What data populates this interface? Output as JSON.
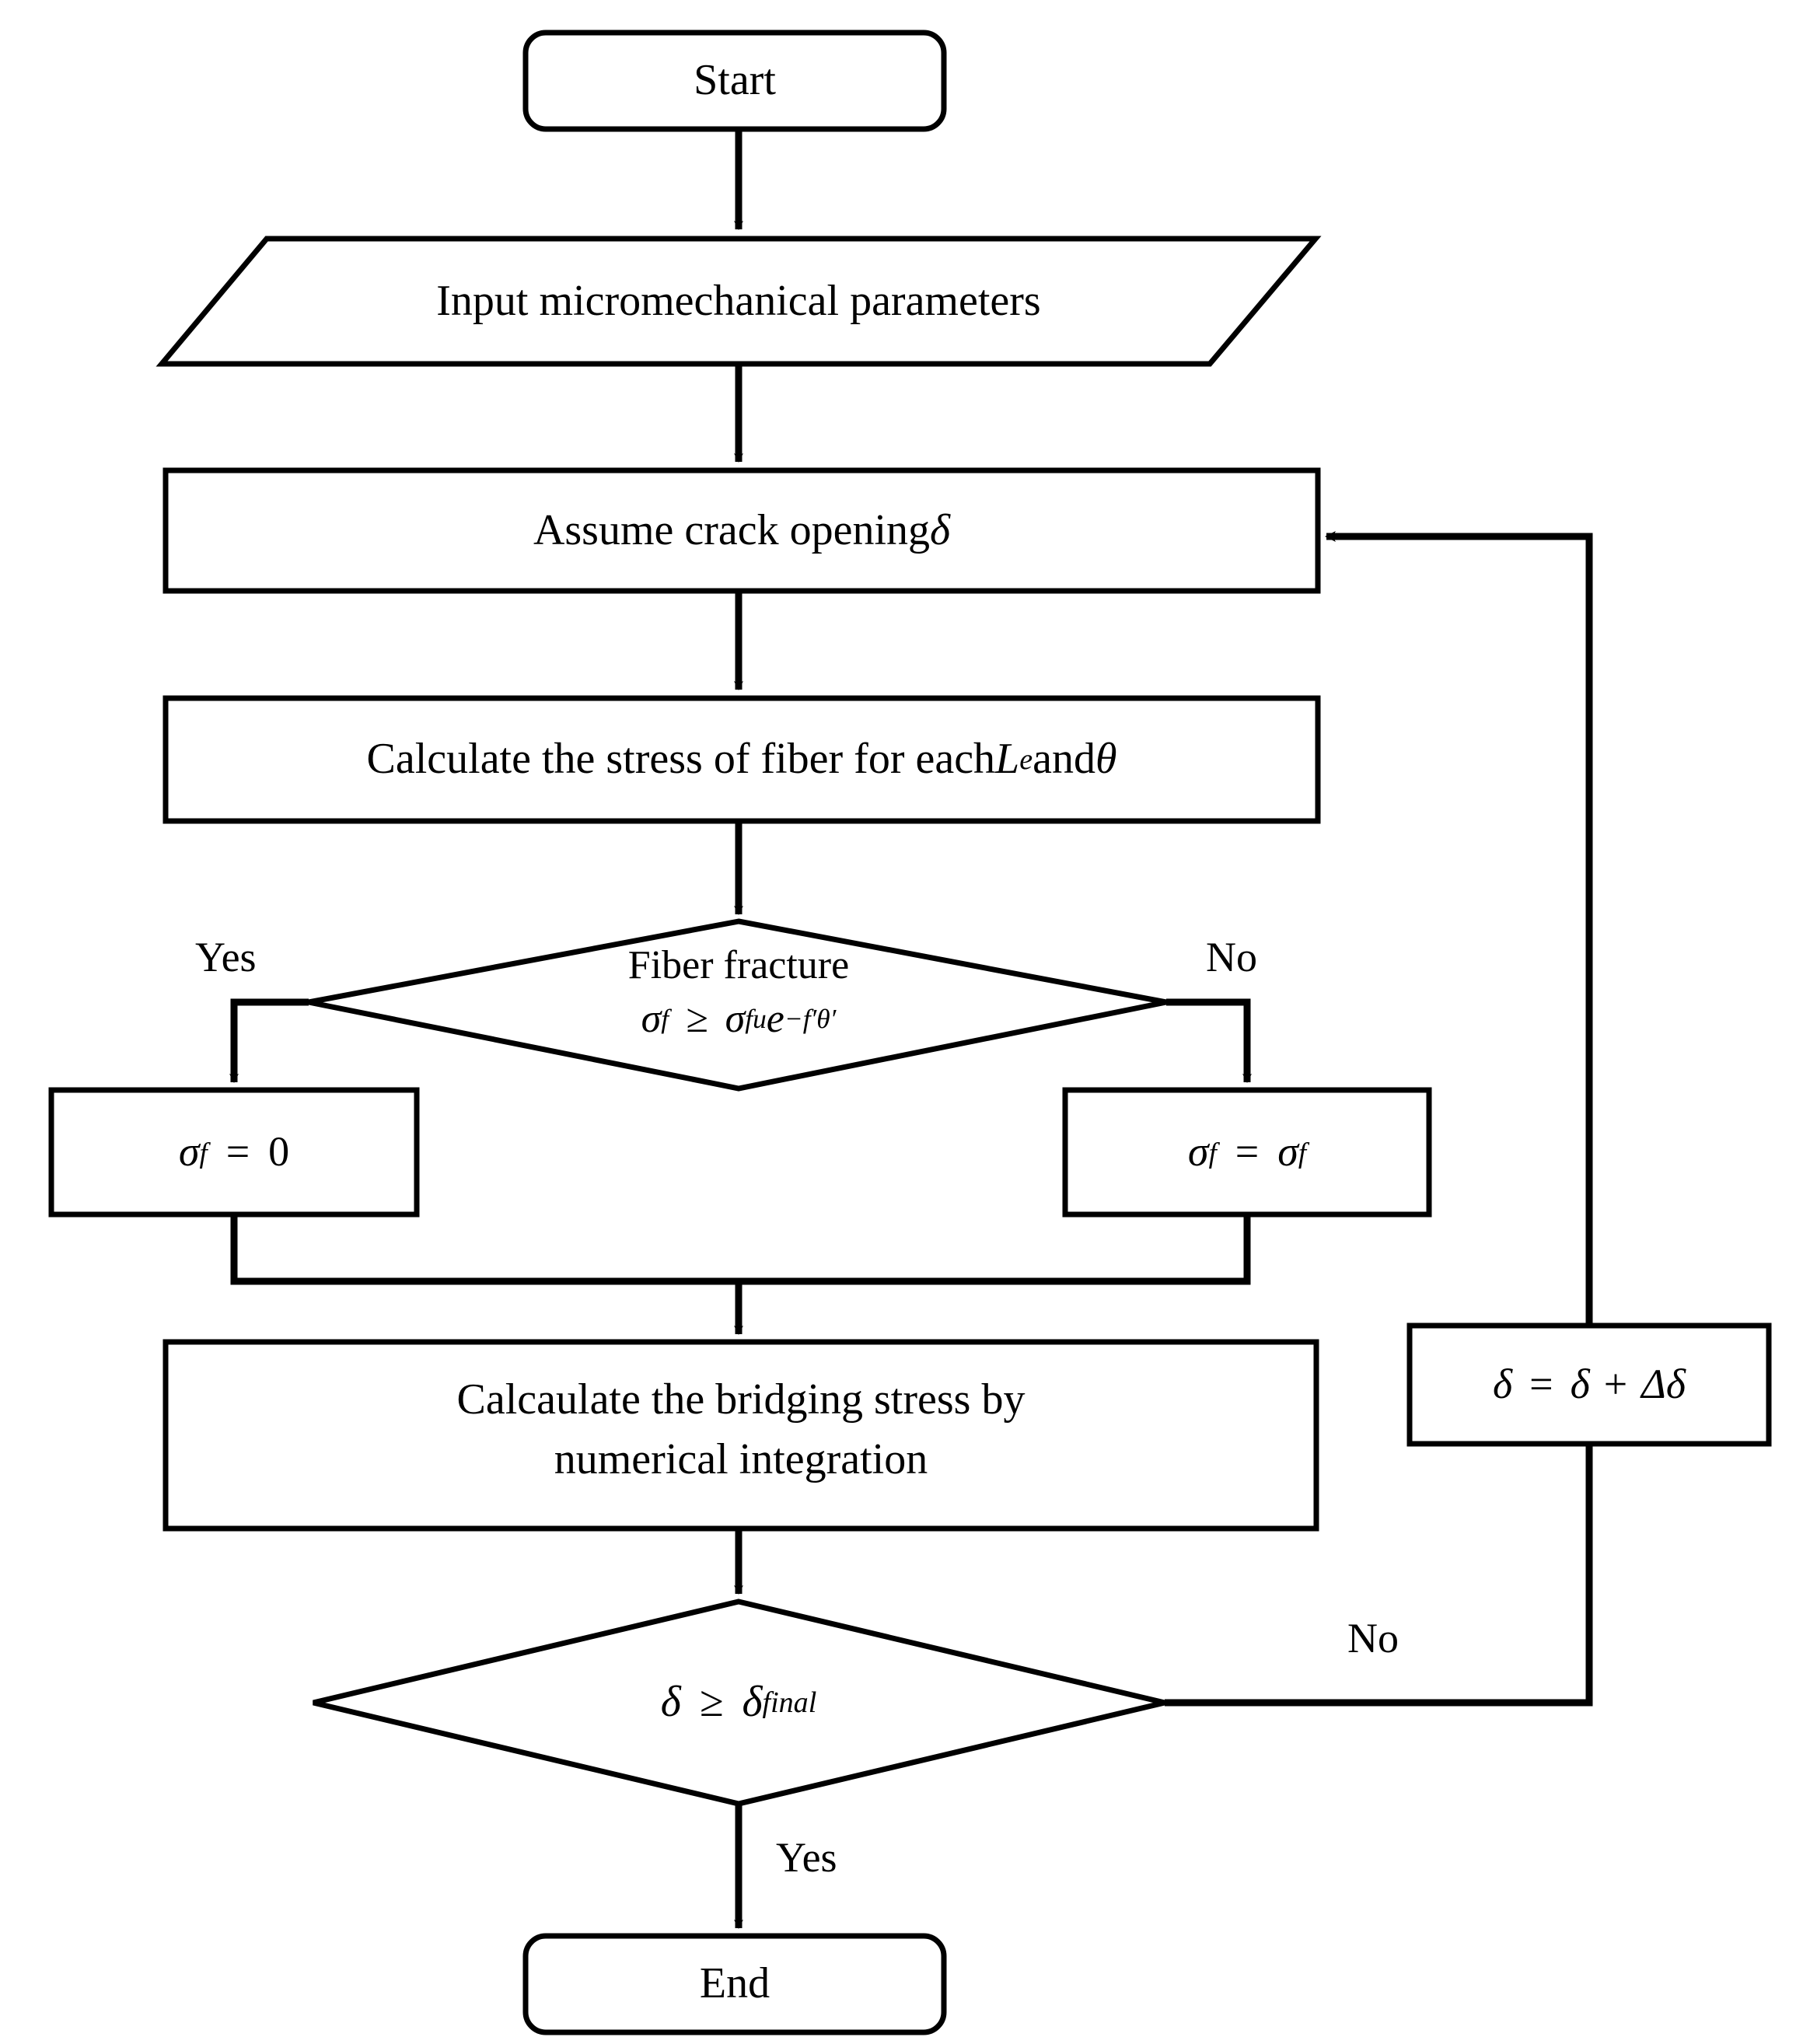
{
  "diagram": {
    "title": "Fiber bridging stress computation flowchart",
    "type": "flowchart",
    "background_color": "#ffffff",
    "line_color": "#000000",
    "text_color": "#000000"
  },
  "nodes": {
    "start": {
      "label": "Start",
      "shape": "rounded-terminator"
    },
    "input_parameters": {
      "label": "Input micromechanical parameters",
      "shape": "parallelogram"
    },
    "assume_crack_opening": {
      "label_plain": "Assume crack opening δ",
      "text_before": "Assume crack opening ",
      "symbol": "δ",
      "shape": "rectangle"
    },
    "calculate_fiber_stress": {
      "label_plain": "Calculate the stress of fiber for each Lₑ and θ",
      "text_before": "Calculate the stress of fiber for each ",
      "symbol_l": "L",
      "symbol_l_sub": "e",
      "text_mid": " and ",
      "symbol_theta": "θ",
      "shape": "rectangle"
    },
    "fiber_fracture_decision": {
      "label_line1": "Fiber fracture",
      "formula_plain": "σ_f ≥ σ_fu e^(−f′θ′)",
      "sigma": "σ",
      "sub_f": "f",
      "relation": "≥",
      "sub_fu": "fu",
      "exp_base": "e",
      "exponent": "−f′θ′",
      "shape": "diamond"
    },
    "sigma_zero": {
      "formula_plain": "σ_f = 0",
      "sigma": "σ",
      "sub": "f",
      "equals": "=",
      "value": "0",
      "shape": "rectangle"
    },
    "sigma_keep": {
      "formula_plain": "σ_f = σ_f",
      "sigma": "σ",
      "sub": "f",
      "equals": "=",
      "shape": "rectangle"
    },
    "bridging_stress": {
      "line1": "Calcaulate the bridging stress by",
      "line2": "numerical integration",
      "shape": "rectangle"
    },
    "delta_check_decision": {
      "formula_plain": "δ ≥ δ_final",
      "delta": "δ",
      "relation": "≥",
      "sub_final": "final",
      "shape": "diamond"
    },
    "delta_increment": {
      "formula_plain": "δ = δ + Δδ",
      "delta": "δ",
      "equals": "=",
      "plus": "+",
      "capital_delta": "Δ",
      "shape": "rectangle"
    },
    "end": {
      "label": "End",
      "shape": "rounded-terminator"
    }
  },
  "edge_labels": {
    "fracture_yes": "Yes",
    "fracture_no": "No",
    "final_no": "No",
    "final_yes": "Yes"
  }
}
